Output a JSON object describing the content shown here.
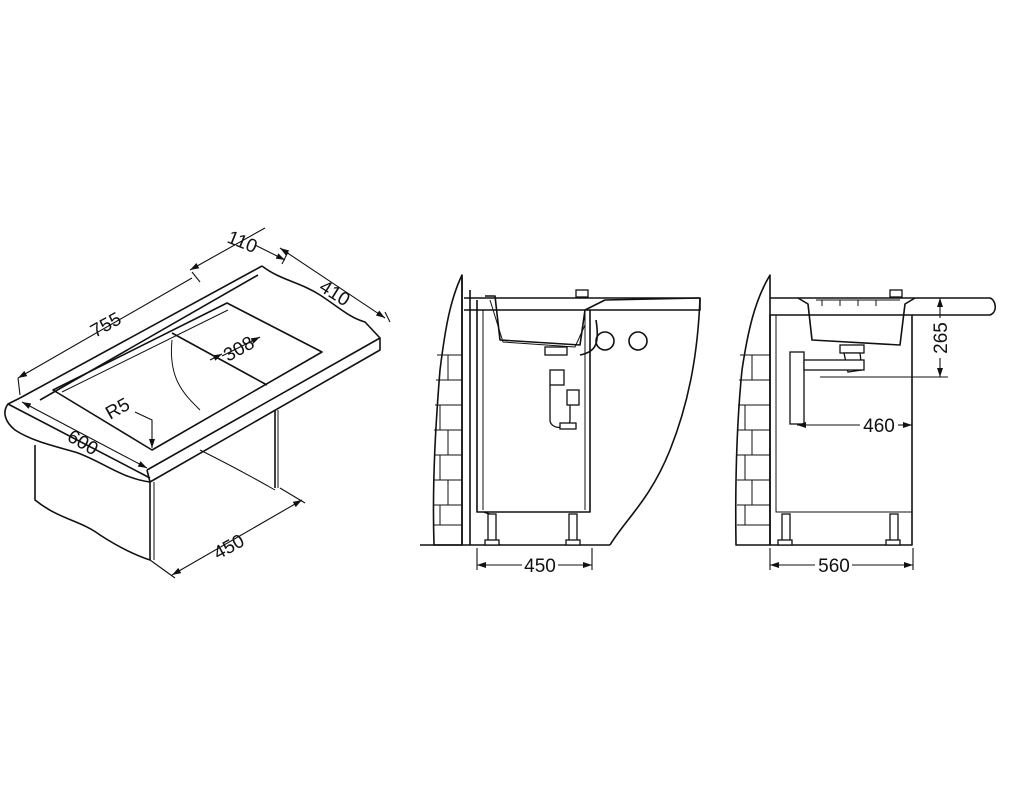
{
  "drawing": {
    "colors": {
      "line": "#111111",
      "background": "#ffffff"
    },
    "isometric_view": {
      "dimensions": {
        "flange": "110",
        "drainer_depth": "410",
        "length": "755",
        "drainer_width": "308",
        "corner_radius": "R5",
        "depth": "600",
        "cabinet": "450"
      }
    },
    "front_view": {
      "dimensions": {
        "cabinet_width": "450"
      }
    },
    "side_view": {
      "dimensions": {
        "bowl_depth": "265",
        "drain_offset": "460",
        "cabinet_depth": "560"
      }
    }
  }
}
